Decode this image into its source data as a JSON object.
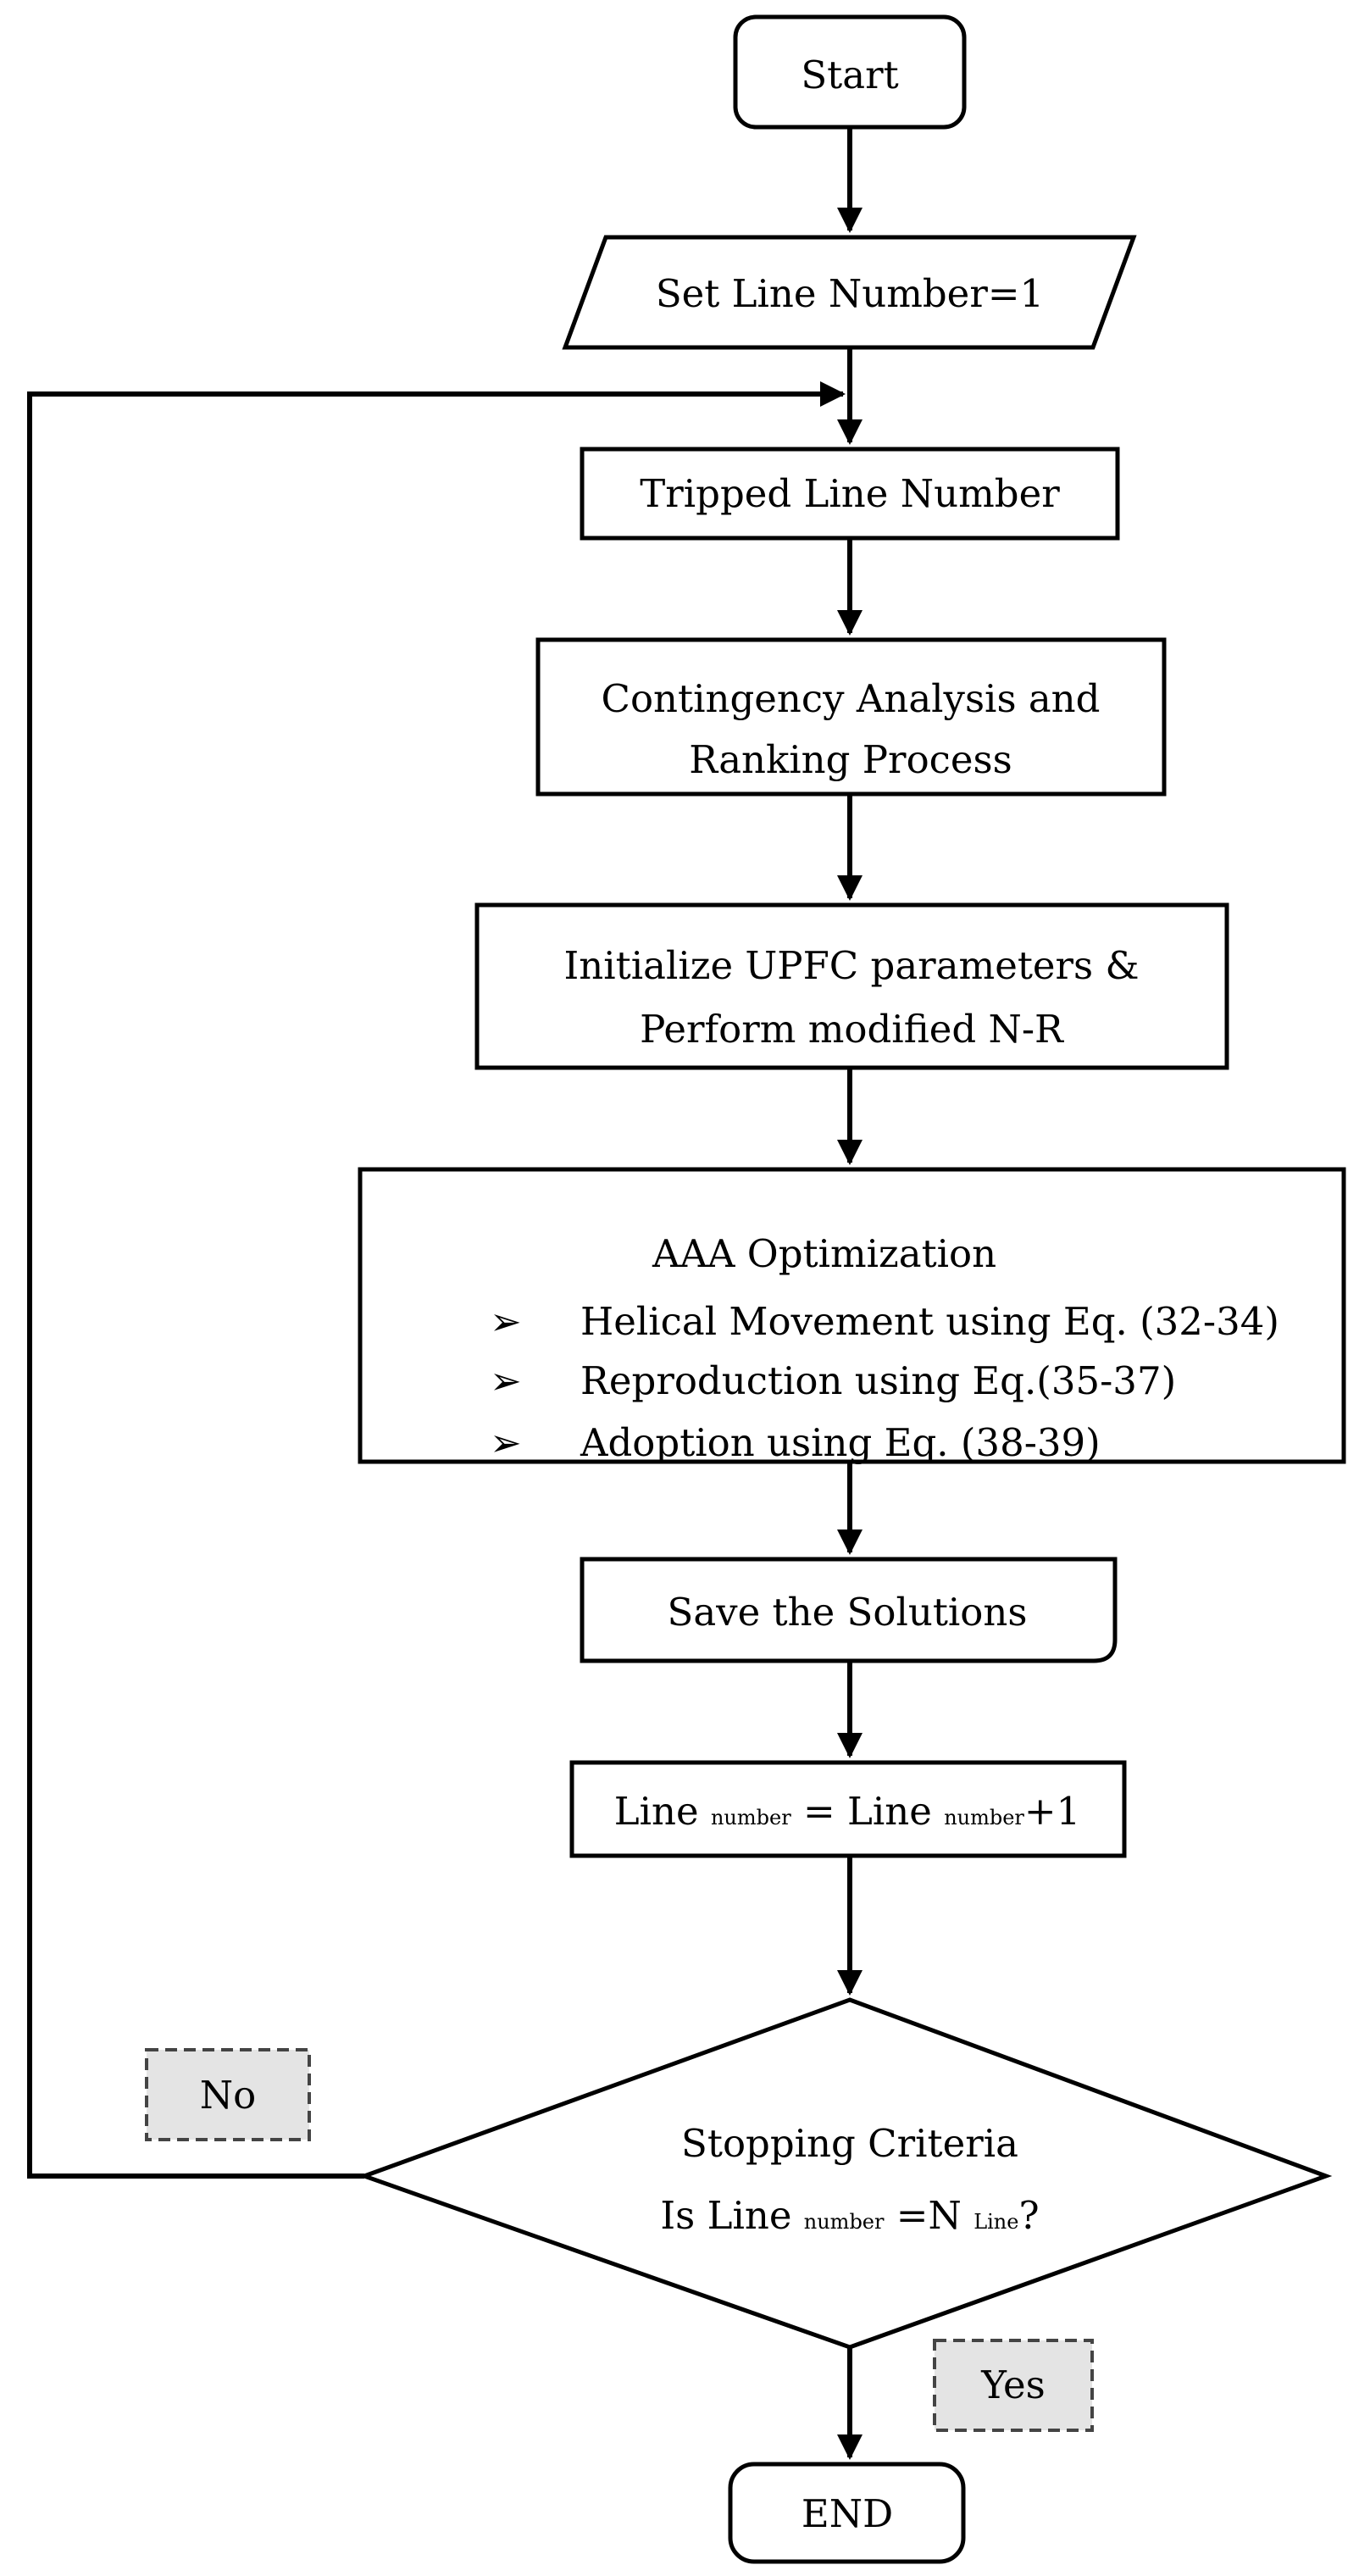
{
  "nodes": {
    "start": "Start",
    "set_line": "Set Line Number=1",
    "tripped": "Tripped Line Number",
    "contingency": [
      "Contingency Analysis and",
      "Ranking Process"
    ],
    "initialize": [
      "Initialize UPFC parameters &",
      "Perform modified N-R"
    ],
    "aaa": {
      "title": "AAA Optimization",
      "bullet_glyph": "➢",
      "items": [
        "Helical Movement using Eq. (32-34)",
        "Reproduction using Eq.(35-37)",
        "Adoption using Eq. (38-39)"
      ]
    },
    "save": "Save the Solutions",
    "increment": {
      "part1": "Line ",
      "sub1": "number",
      "part2": " = Line ",
      "sub2": "number",
      "part3": "+1"
    },
    "decision": {
      "title": "Stopping Criteria",
      "q_part1": "Is Line ",
      "q_sub1": "number",
      "q_part2": " =N ",
      "q_sub2": "Line",
      "q_part3": "?"
    },
    "end": "END"
  },
  "branches": {
    "no": "No",
    "yes": "Yes"
  },
  "colors": {
    "stroke": "#000000",
    "tag_fill": "#e4e4e4",
    "tag_border": "#444444"
  }
}
